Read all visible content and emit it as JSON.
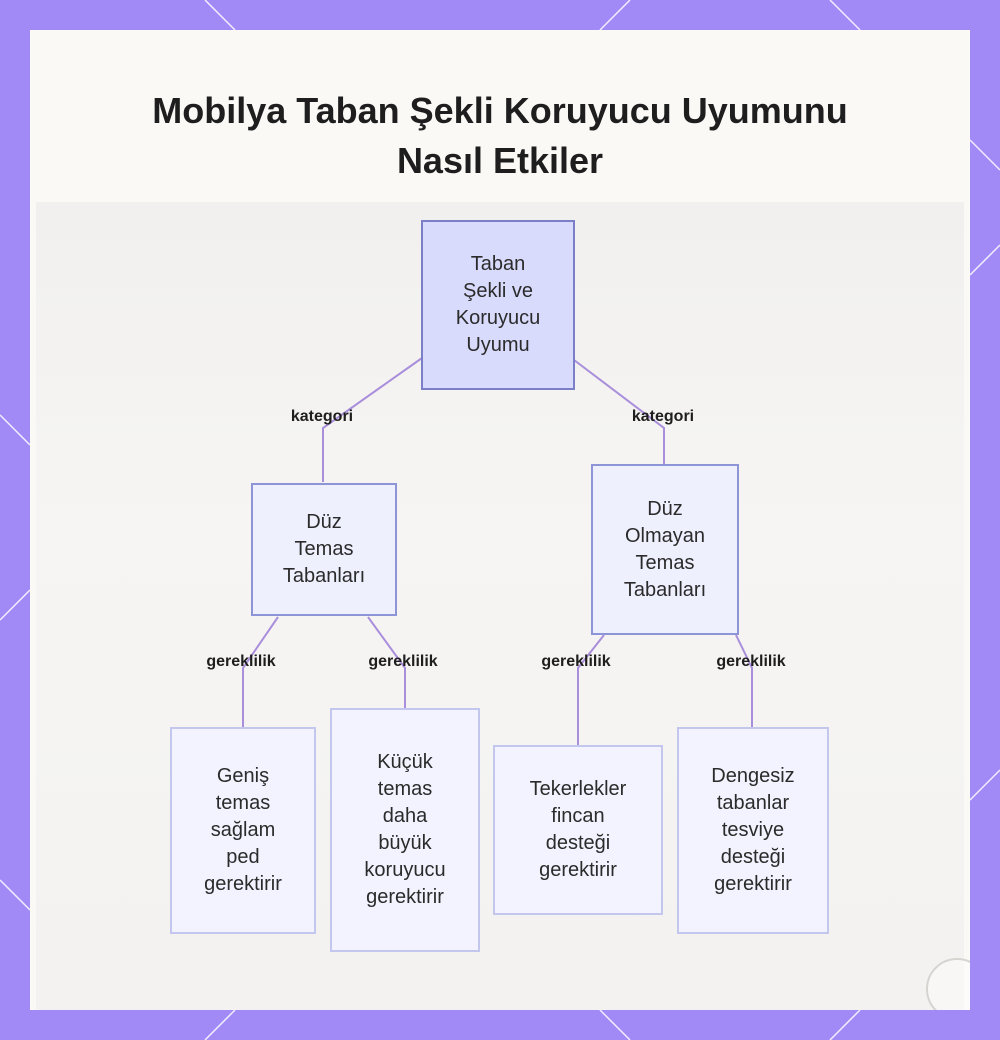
{
  "title": {
    "line1": "Mobilya Taban Şekli Koruyucu Uyumunu",
    "line2": "Nasıl Etkiler"
  },
  "colors": {
    "frame": "#a18af5",
    "connector": "#a98edc",
    "root_fill": "#d9dbfd",
    "node_fill": "#f2f3fe"
  },
  "nodes": {
    "root": {
      "lines": [
        "Taban",
        "Şekli ve",
        "Koruyucu",
        "Uyumu"
      ]
    },
    "flat": {
      "lines": [
        "Düz",
        "Temas",
        "Tabanları"
      ]
    },
    "nonflat": {
      "lines": [
        "Düz",
        "Olmayan",
        "Temas",
        "Tabanları"
      ]
    },
    "leaf1": {
      "lines": [
        "Geniş",
        "temas",
        "sağlam",
        "ped",
        "gerektirir"
      ]
    },
    "leaf2": {
      "lines": [
        "Küçük",
        "temas",
        "daha",
        "büyük",
        "koruyucu",
        "gerektirir"
      ]
    },
    "leaf3": {
      "lines": [
        "Tekerlekler",
        "fincan",
        "desteği",
        "gerektirir"
      ]
    },
    "leaf4": {
      "lines": [
        "Dengesiz",
        "tabanlar",
        "tesviye",
        "desteği",
        "gerektirir"
      ]
    }
  },
  "edges": {
    "category_left": "kategori",
    "category_right": "kategori",
    "req1": "gereklilik",
    "req2": "gereklilik",
    "req3": "gereklilik",
    "req4": "gereklilik"
  }
}
